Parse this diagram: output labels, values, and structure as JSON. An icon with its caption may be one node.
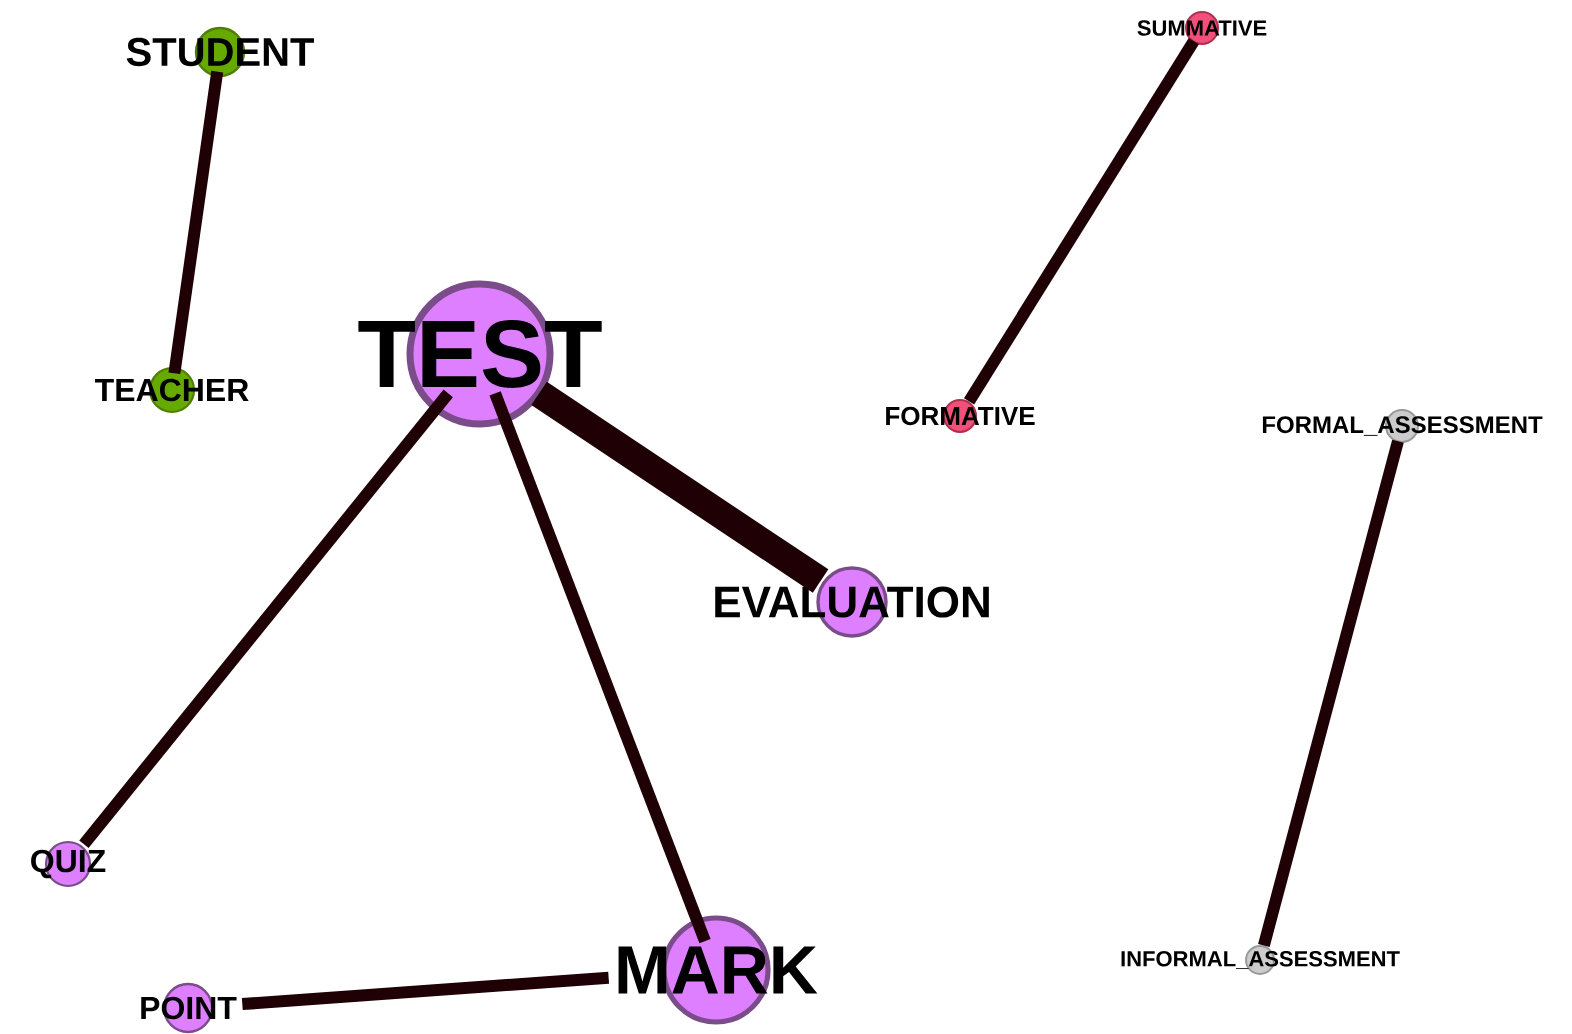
{
  "diagram": {
    "nodes": [
      {
        "text": [
          "STUDENT"
        ]
      },
      {
        "text": [
          "TEACHER"
        ]
      },
      {
        "text": [
          "TEST"
        ]
      },
      {
        "text": [
          "SUMMATIVE"
        ]
      },
      {
        "text": [
          "FORMATIVE"
        ]
      },
      {
        "text": [
          "FORMAL_ASSESSMENT"
        ]
      },
      {
        "text": [
          "EVALUATION"
        ]
      },
      {
        "text": [
          "QUIZ"
        ]
      },
      {
        "text": [
          "MARK"
        ]
      },
      {
        "text": [
          "POINT"
        ]
      },
      {
        "text": [
          "INFORMAL_ASSESSMENT"
        ]
      }
    ],
    "edges": [
      {
        "from": 0,
        "to": 1,
        "arrow": "none"
      },
      {
        "from": 2,
        "to": 6,
        "arrow": "none",
        "style": "thick"
      },
      {
        "from": 2,
        "to": 7,
        "arrow": "none"
      },
      {
        "from": 2,
        "to": 8,
        "arrow": "none"
      },
      {
        "from": 9,
        "to": 8,
        "arrow": "none"
      },
      {
        "from": 3,
        "to": 4,
        "arrow": "none"
      },
      {
        "from": 5,
        "to": 10,
        "arrow": "none"
      }
    ]
  }
}
